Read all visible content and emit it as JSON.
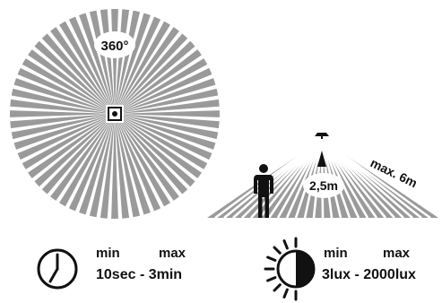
{
  "coverage": {
    "angle_label": "360°"
  },
  "mounting": {
    "height_label": "2,5m",
    "range_label": "max. 6m"
  },
  "time_setting": {
    "min_label": "min",
    "max_label": "max",
    "range_text": "10sec - 3min",
    "icon": "clock-icon"
  },
  "light_setting": {
    "min_label": "min",
    "max_label": "max",
    "range_text": "3lux - 2000lux",
    "icon": "lux-icon"
  },
  "colors": {
    "ray": "#9a9a9a",
    "ink": "#111111",
    "background": "#ffffff"
  }
}
